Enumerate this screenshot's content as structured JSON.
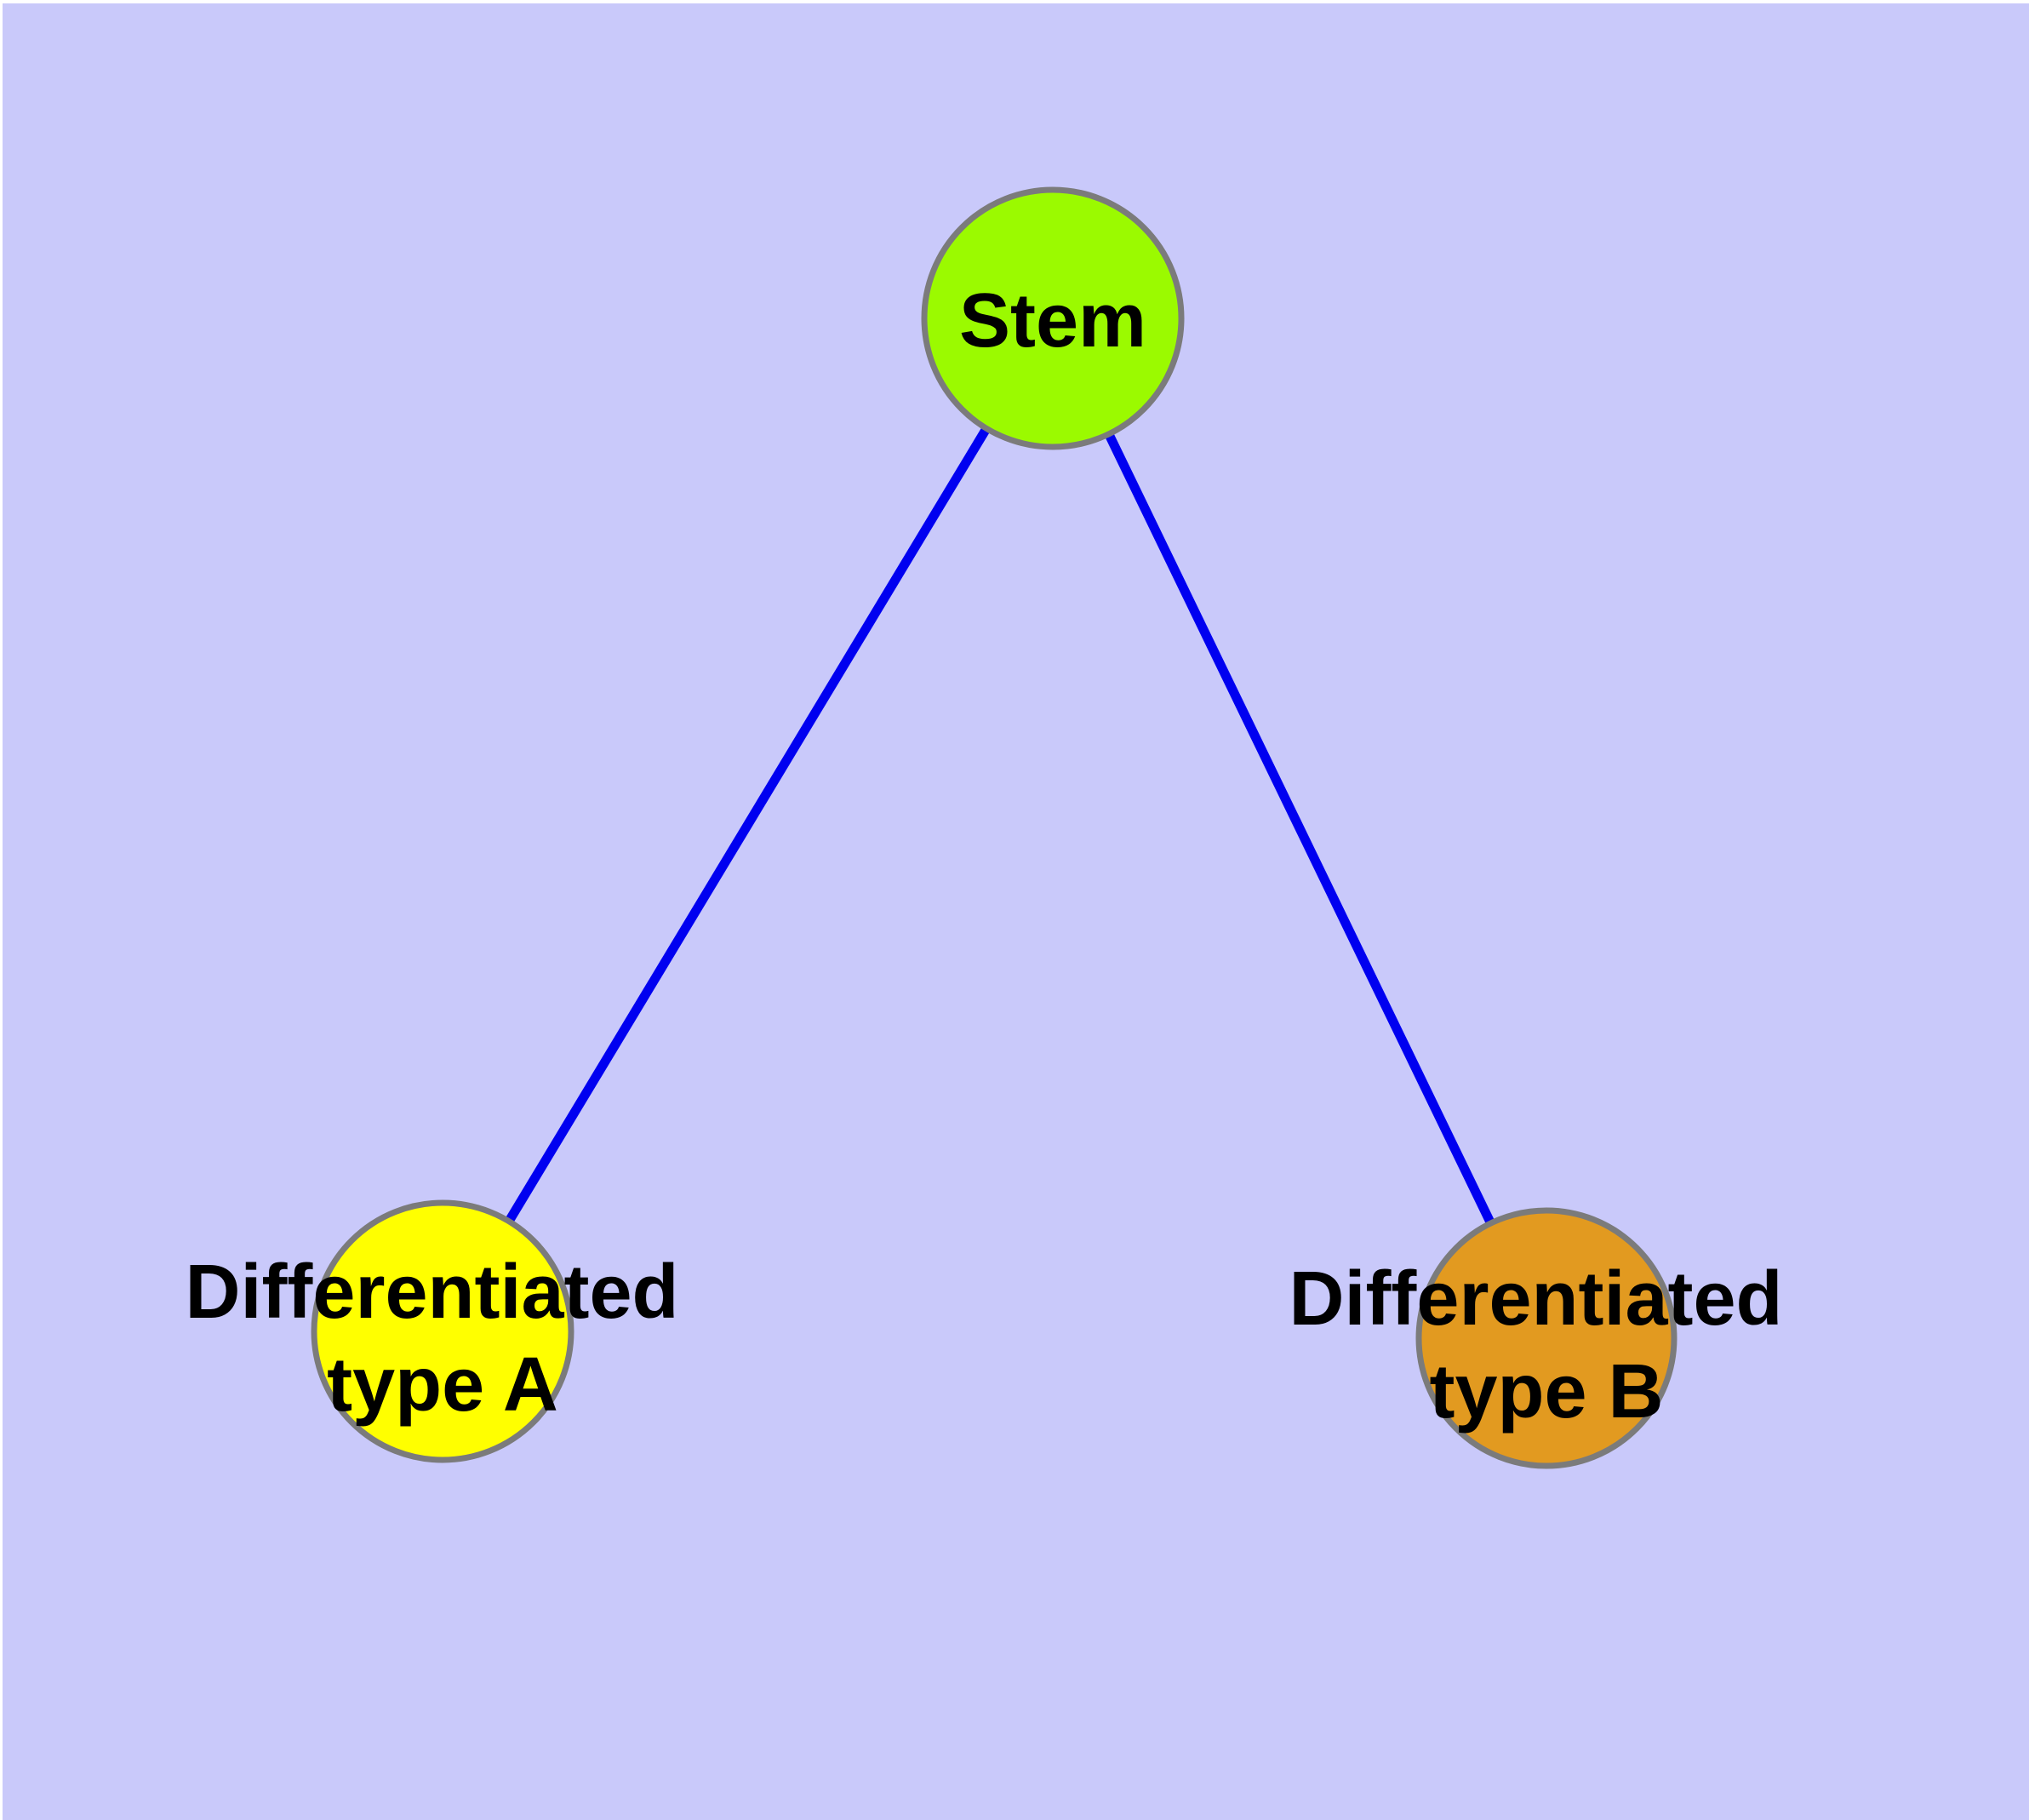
{
  "diagram": {
    "background_color": "#C9C9FA",
    "frame_color": "#FFFFFF",
    "edge_color": "#0000F0",
    "node_border_color": "#7B7B7B",
    "text_color": "#000000",
    "nodes": [
      {
        "id": "stem",
        "lines": [
          "Stem"
        ],
        "fill": "#9BFA00"
      },
      {
        "id": "type-a",
        "lines": [
          "Differentiated",
          "type A"
        ],
        "fill": "#FFFF00"
      },
      {
        "id": "type-b",
        "lines": [
          "Differentiated",
          "type B"
        ],
        "fill": "#E29A20"
      }
    ],
    "edges": [
      {
        "from": "stem",
        "to": "type-a"
      },
      {
        "from": "stem",
        "to": "type-b"
      }
    ]
  }
}
